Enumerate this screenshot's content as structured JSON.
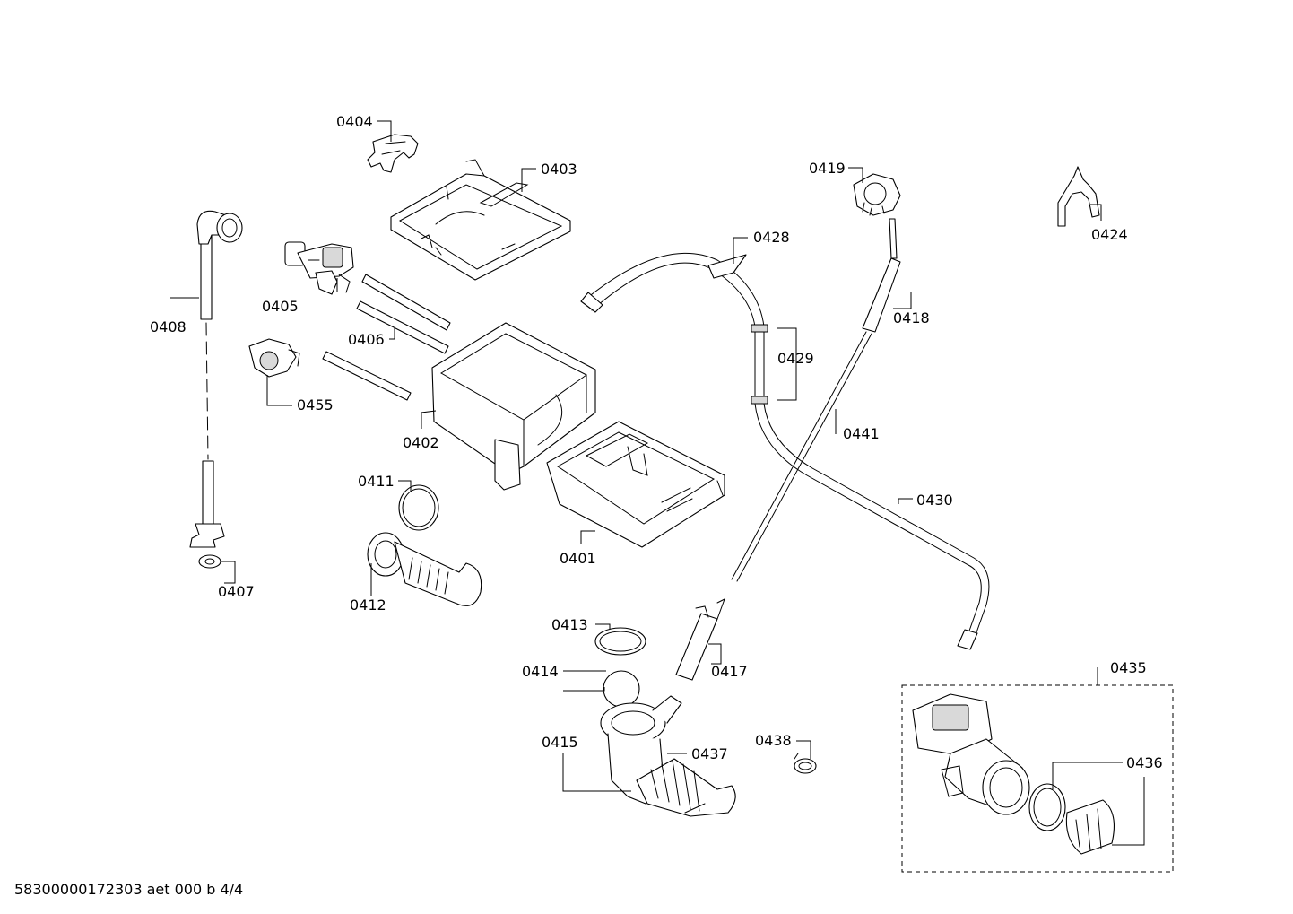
{
  "diagram": {
    "parts": [
      {
        "id": "p0401",
        "label": "0401"
      },
      {
        "id": "p0402",
        "label": "0402"
      },
      {
        "id": "p0403",
        "label": "0403"
      },
      {
        "id": "p0404",
        "label": "0404"
      },
      {
        "id": "p0405",
        "label": "0405"
      },
      {
        "id": "p0406",
        "label": "0406"
      },
      {
        "id": "p0407",
        "label": "0407"
      },
      {
        "id": "p0408",
        "label": "0408"
      },
      {
        "id": "p0411",
        "label": "0411"
      },
      {
        "id": "p0412",
        "label": "0412"
      },
      {
        "id": "p0413",
        "label": "0413"
      },
      {
        "id": "p0414",
        "label": "0414"
      },
      {
        "id": "p0415",
        "label": "0415"
      },
      {
        "id": "p0417",
        "label": "0417"
      },
      {
        "id": "p0418",
        "label": "0418"
      },
      {
        "id": "p0419",
        "label": "0419"
      },
      {
        "id": "p0424",
        "label": "0424"
      },
      {
        "id": "p0428",
        "label": "0428"
      },
      {
        "id": "p0429",
        "label": "0429"
      },
      {
        "id": "p0430",
        "label": "0430"
      },
      {
        "id": "p0435",
        "label": "0435"
      },
      {
        "id": "p0436",
        "label": "0436"
      },
      {
        "id": "p0437",
        "label": "0437"
      },
      {
        "id": "p0438",
        "label": "0438"
      },
      {
        "id": "p0441",
        "label": "0441"
      },
      {
        "id": "p0455",
        "label": "0455"
      }
    ],
    "footer": "58300000172303 aet 000 b 4/4"
  }
}
